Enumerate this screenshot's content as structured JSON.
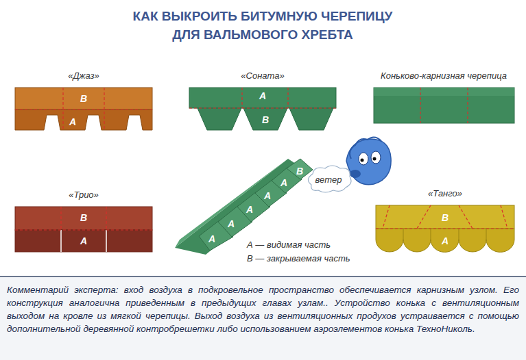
{
  "diagram": {
    "title": "КАК ВЫКРОИТЬ БИТУМНУЮ ЧЕРЕПИЦУ ДЛЯ ВАЛЬМОВОГО ХРЕБТА",
    "caption": "Комментарий эксперта: вход воздуха в подкровельное пространство обеспечивается карнизным узлом. Его конструкция аналогична приведенным в предыдущих главах узлам.. Устройство конька с вентиляционным выходом на кровле из мягкой черепицы. Выход воздуха из вентиляционных продухов устраивается с помощью дополнительной деревянной контробрешетки либо использованием аэроэлементов конька ТехноНиколь.",
    "nodes": [
      {
        "text": [
          "«Джаз»",
          "В",
          "А"
        ]
      },
      {
        "text": [
          "«Соната»",
          "А",
          "В"
        ]
      },
      {
        "text": [
          "Коньково-карнизная черепица"
        ]
      },
      {
        "text": [
          "«Трио»",
          "В",
          "А"
        ]
      },
      {
        "text": [
          "«Танго»",
          "В",
          "А"
        ]
      },
      {
        "text": [
          "ветер"
        ]
      }
    ],
    "labels": [
      "А",
      "А",
      "А",
      "А",
      "А",
      "В",
      "А — видимая часть",
      "В — закрываемая часть"
    ]
  }
}
